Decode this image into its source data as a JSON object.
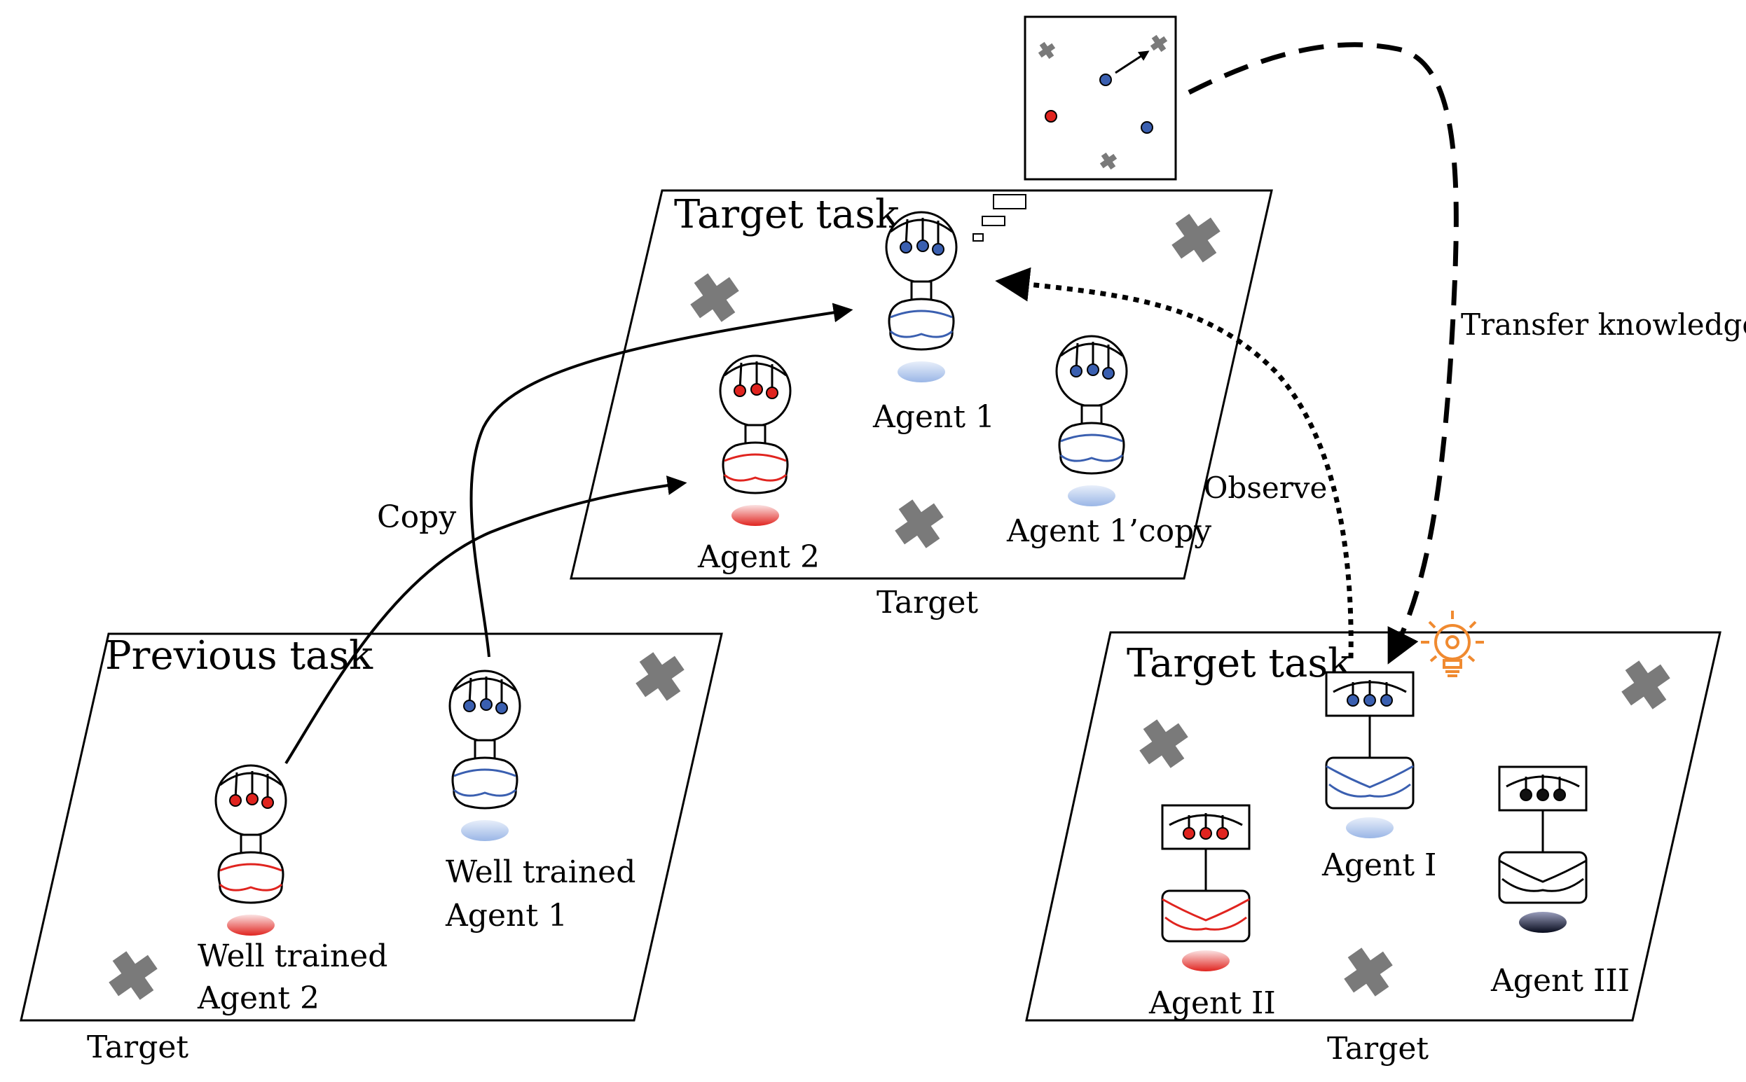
{
  "labels": {
    "copy": "Copy",
    "observe": "Observe",
    "transfer_knowledge": "Transfer knowledge"
  },
  "previous_panel": {
    "title": "Previous task",
    "footer": "Target",
    "agent2_line1": "Well trained",
    "agent2_line2": "Agent 2",
    "agent1_line1": "Well trained",
    "agent1_line2": "Agent 1"
  },
  "middle_panel": {
    "title": "Target task",
    "footer": "Target",
    "agent1": "Agent 1",
    "agent2": "Agent 2",
    "agent1_copy": "Agent 1’copy"
  },
  "right_panel": {
    "title": "Target task",
    "footer": "Target",
    "agent_i": "Agent I",
    "agent_ii": "Agent II",
    "agent_iii": "Agent III"
  },
  "colors": {
    "blue_agent": "#3a5fb0",
    "red_agent": "#e0241f",
    "black_agent": "#111111",
    "target_cross": "#7a7a7a",
    "lightbulb": "#f08a30"
  },
  "icons": {
    "target": "gray-cross-icon",
    "insight": "lightbulb-icon",
    "thought": "thought-bubble-icon"
  }
}
